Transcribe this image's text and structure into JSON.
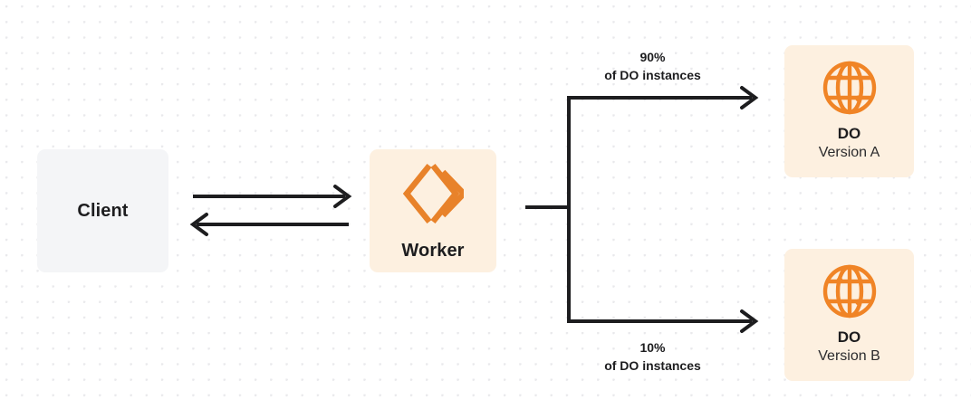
{
  "diagram": {
    "type": "architecture-flow",
    "background": {
      "color": "#ffffff",
      "dot_grid_color": "#e9e9ec"
    },
    "colors": {
      "orange": "#e8822a",
      "card_orange_bg": "#fdf0e0",
      "card_gray_bg": "#f4f5f7",
      "line": "#1d1d1f",
      "text": "#1d1d1f"
    },
    "nodes": {
      "client": {
        "label": "Client",
        "icon": ""
      },
      "worker": {
        "label": "Worker",
        "icon": "cloudflare-workers-icon"
      },
      "do_a": {
        "label": "DO",
        "sublabel": "Version A",
        "icon": "durable-object-globe-icon"
      },
      "do_b": {
        "label": "DO",
        "sublabel": "Version B",
        "icon": "durable-object-globe-icon"
      }
    },
    "edges": {
      "client_to_worker": {
        "direction": "right",
        "label": ""
      },
      "worker_to_client": {
        "direction": "left",
        "label": ""
      },
      "worker_to_do_a": {
        "percent": "90%",
        "description": "of DO instances"
      },
      "worker_to_do_b": {
        "percent": "10%",
        "description": "of DO instances"
      }
    }
  }
}
